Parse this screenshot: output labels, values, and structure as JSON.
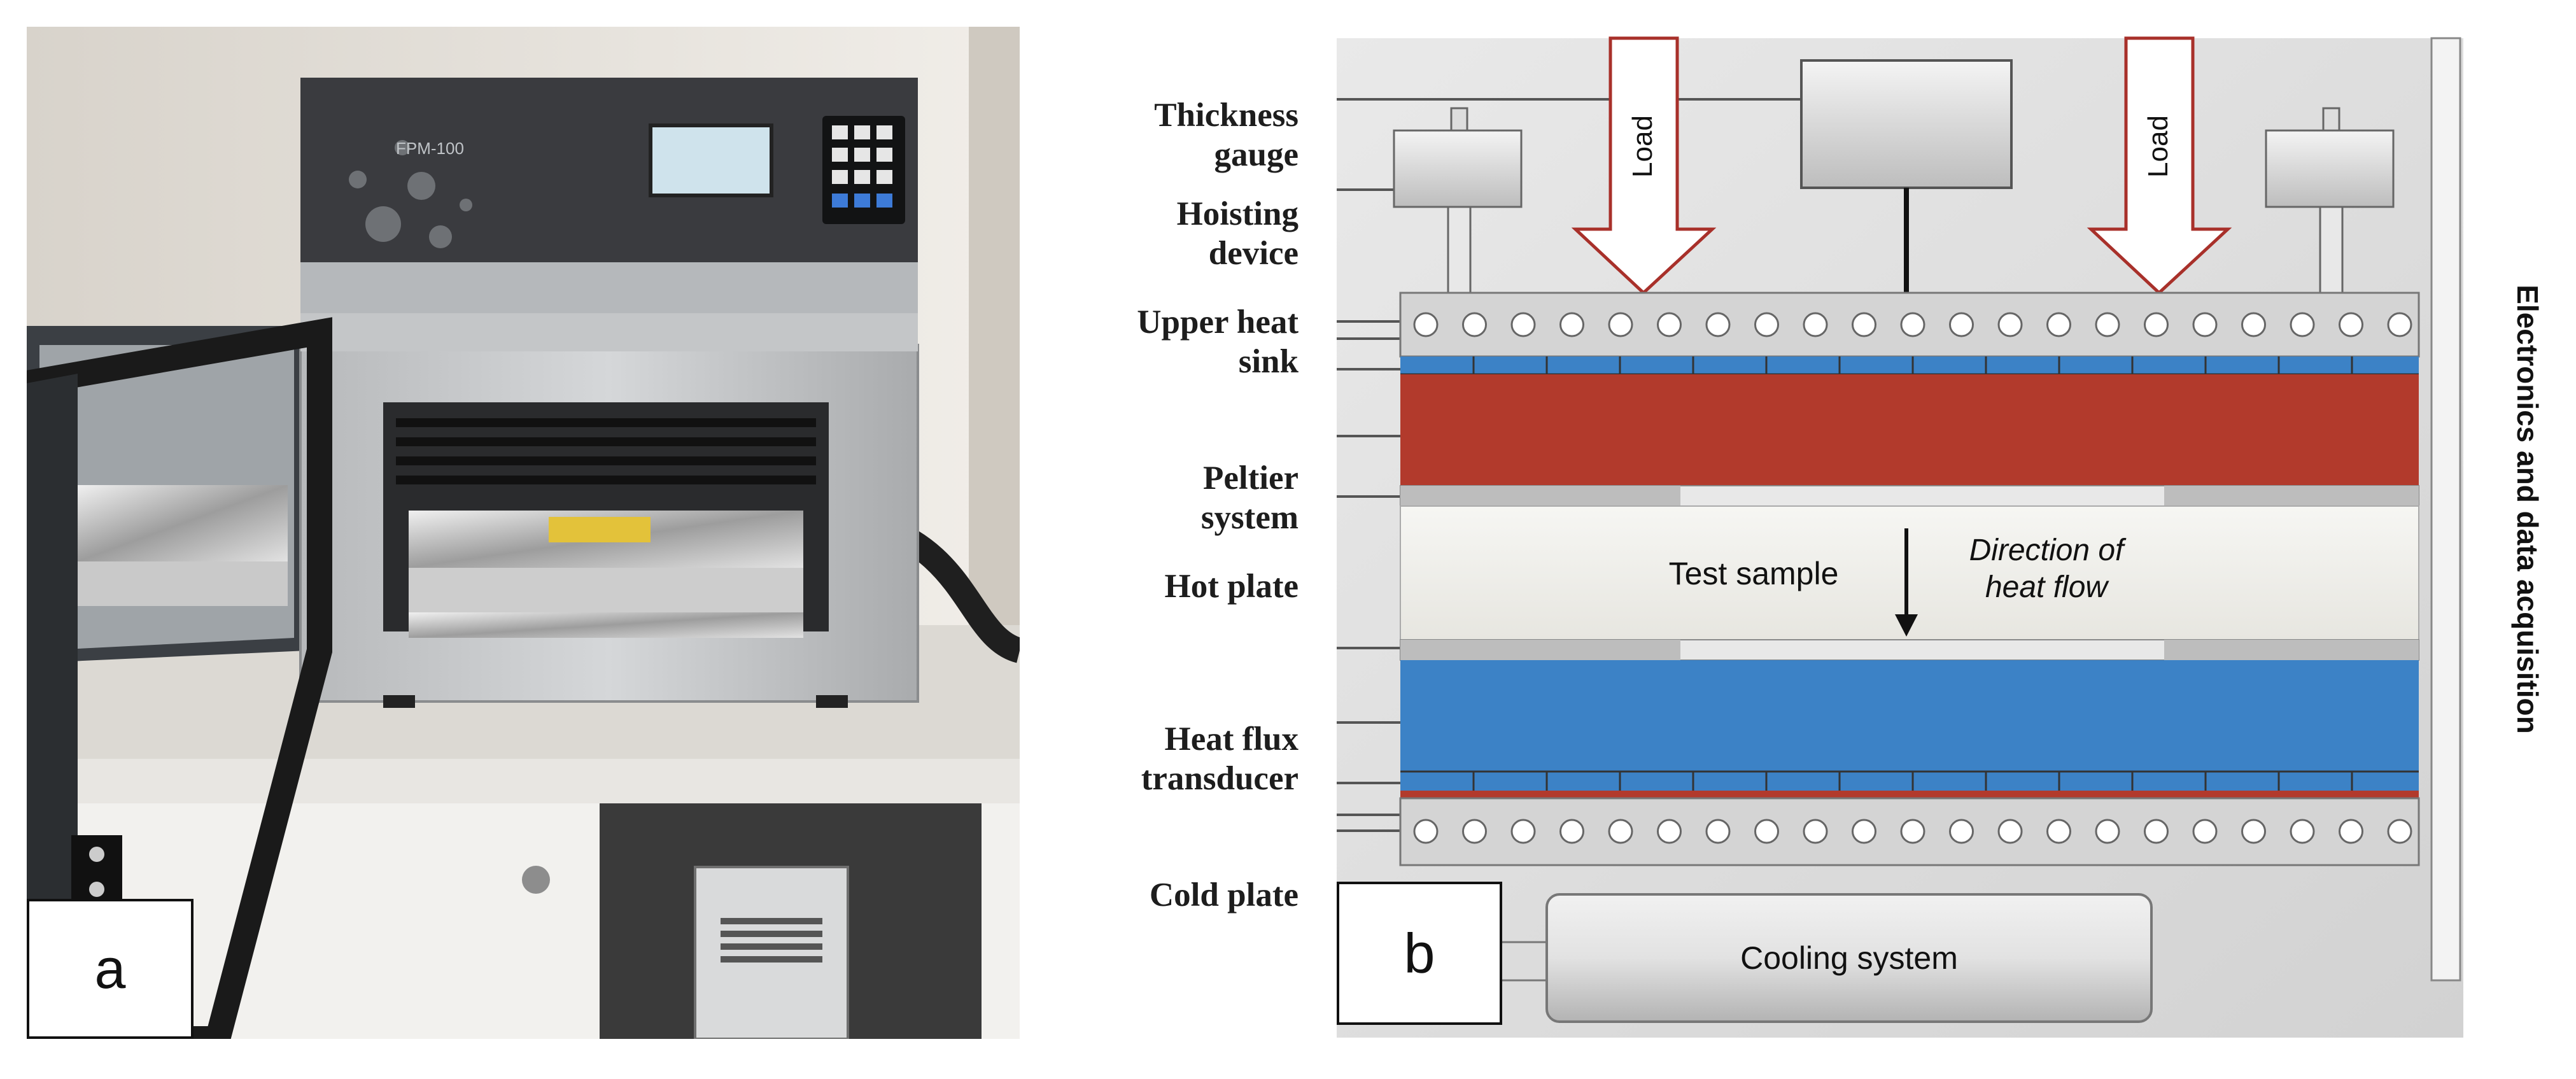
{
  "panel_a": {
    "letter": "a",
    "device_screen_text": "FPM-100"
  },
  "panel_b": {
    "letter": "b",
    "labels": {
      "thickness_gauge": [
        "Thickness",
        "gauge"
      ],
      "hoisting_device": [
        "Hoisting",
        "device"
      ],
      "upper_heat_sink": [
        "Upper heat",
        "sink"
      ],
      "peltier_system": [
        "Peltier",
        "system"
      ],
      "hot_plate": "Hot plate",
      "heat_flux_transducer": [
        "Heat flux",
        "transducer"
      ],
      "cold_plate": "Cold plate"
    },
    "load_left": "Load",
    "load_right": "Load",
    "test_sample": "Test sample",
    "direction": [
      "Direction of",
      "heat flow"
    ],
    "cooling_system": "Cooling system",
    "electronics": "Electronics and data acquisition"
  },
  "colors": {
    "hot_red": "#b23a2c",
    "cold_blue": "#3c82c6",
    "arrow_red": "#a8302a",
    "plate_gray": "#d9d9d9"
  }
}
